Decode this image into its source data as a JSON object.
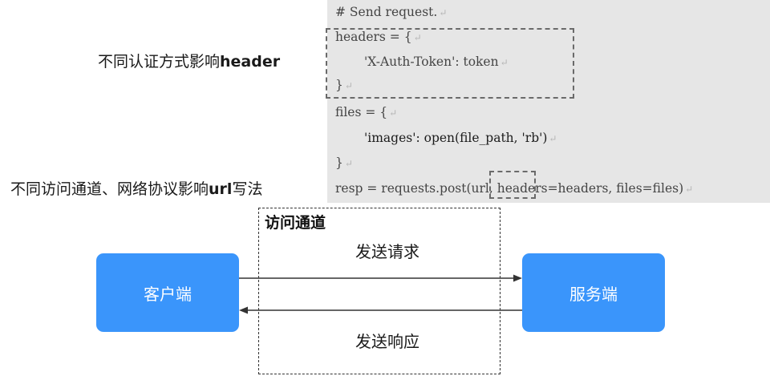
{
  "annotations": {
    "header_note": {
      "prefix": "不同认证方式影响",
      "keyword": "header"
    },
    "url_note": {
      "prefix": "不同访问通道、网络协议影响",
      "keyword": "url",
      "suffix": "写法"
    }
  },
  "code": {
    "lines": [
      "# Send request.",
      "headers = {",
      "'X-Auth-Token': token",
      "}",
      "files = {",
      "'images': open(file_path, 'rb')",
      "}",
      "resp = requests.post(url, headers=headers, files=files)"
    ],
    "line_mark": "↵"
  },
  "diagram": {
    "channel_label": "访问通道",
    "client_label": "客户端",
    "server_label": "服务端",
    "request_label": "发送请求",
    "response_label": "发送响应"
  },
  "colors": {
    "node_fill": "#3a95fb",
    "code_background": "#e6e6e6",
    "arrow": "#333333"
  }
}
